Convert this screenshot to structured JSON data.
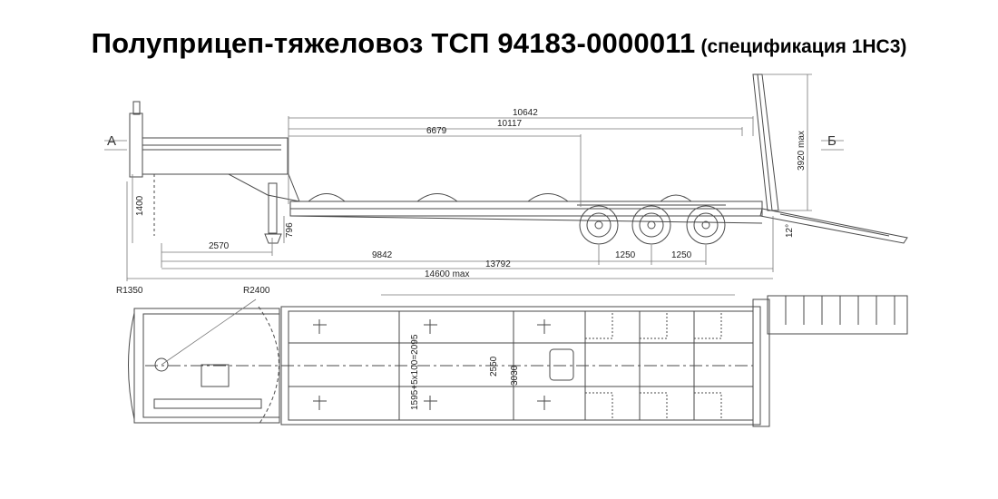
{
  "title": {
    "main": "Полуприцеп-тяжеловоз ТСП 94183-0000011",
    "spec": "(спецификация 1НС3)"
  },
  "views": {
    "side_label_a": "А",
    "side_label_b": "Б"
  },
  "dimensions": {
    "d10642": "10642",
    "d10117": "10117",
    "d6679": "6679",
    "d3920": "3920 max",
    "d1400": "1400",
    "d796": "796",
    "d2570": "2570",
    "d9842": "9842",
    "d1250a": "1250",
    "d1250b": "1250",
    "d13792": "13792",
    "d14600": "14600 max",
    "d12": "12°",
    "r1350": "R1350",
    "r2400": "R2400",
    "d1595": "1595+5x100=2095",
    "d2550": "2550",
    "d3030": "3030"
  },
  "colors": {
    "line": "#4a4a4a",
    "dim_line": "#777777"
  }
}
